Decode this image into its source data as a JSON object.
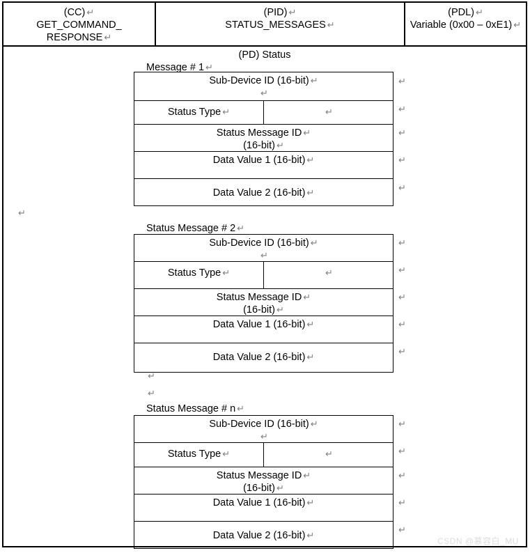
{
  "header": {
    "columns": [
      {
        "tag": "(CC)",
        "value_line1": "GET_COMMAND_",
        "value_line2": "RESPONSE"
      },
      {
        "tag": "(PID)",
        "value_line1": "STATUS_MESSAGES",
        "value_line2": ""
      },
      {
        "tag": "(PDL)",
        "value_line1": "Variable (0x00 – 0xE1)",
        "value_line2": ""
      }
    ]
  },
  "body": {
    "pd_status_label": "(PD) Status",
    "block1_caption": "Message # 1",
    "block2_caption": "Status Message  # 2",
    "block3_caption": "Status Message # n",
    "return_glyph": "↵"
  },
  "fields": {
    "sub_device_id": "Sub-Device ID (16-bit)",
    "status_type": "Status Type",
    "status_message_id_line1": "Status Message ID",
    "status_message_id_line2": "(16-bit)",
    "data_value_1": "Data Value 1 (16-bit)",
    "data_value_2": "Data Value 2 (16-bit)"
  },
  "watermark": {
    "text": "CSDN @慕容白_MU"
  },
  "colors": {
    "border": "#000000",
    "text": "#000000",
    "return_mark": "#808080",
    "watermark": "#dcdcdc",
    "background": "#ffffff"
  }
}
